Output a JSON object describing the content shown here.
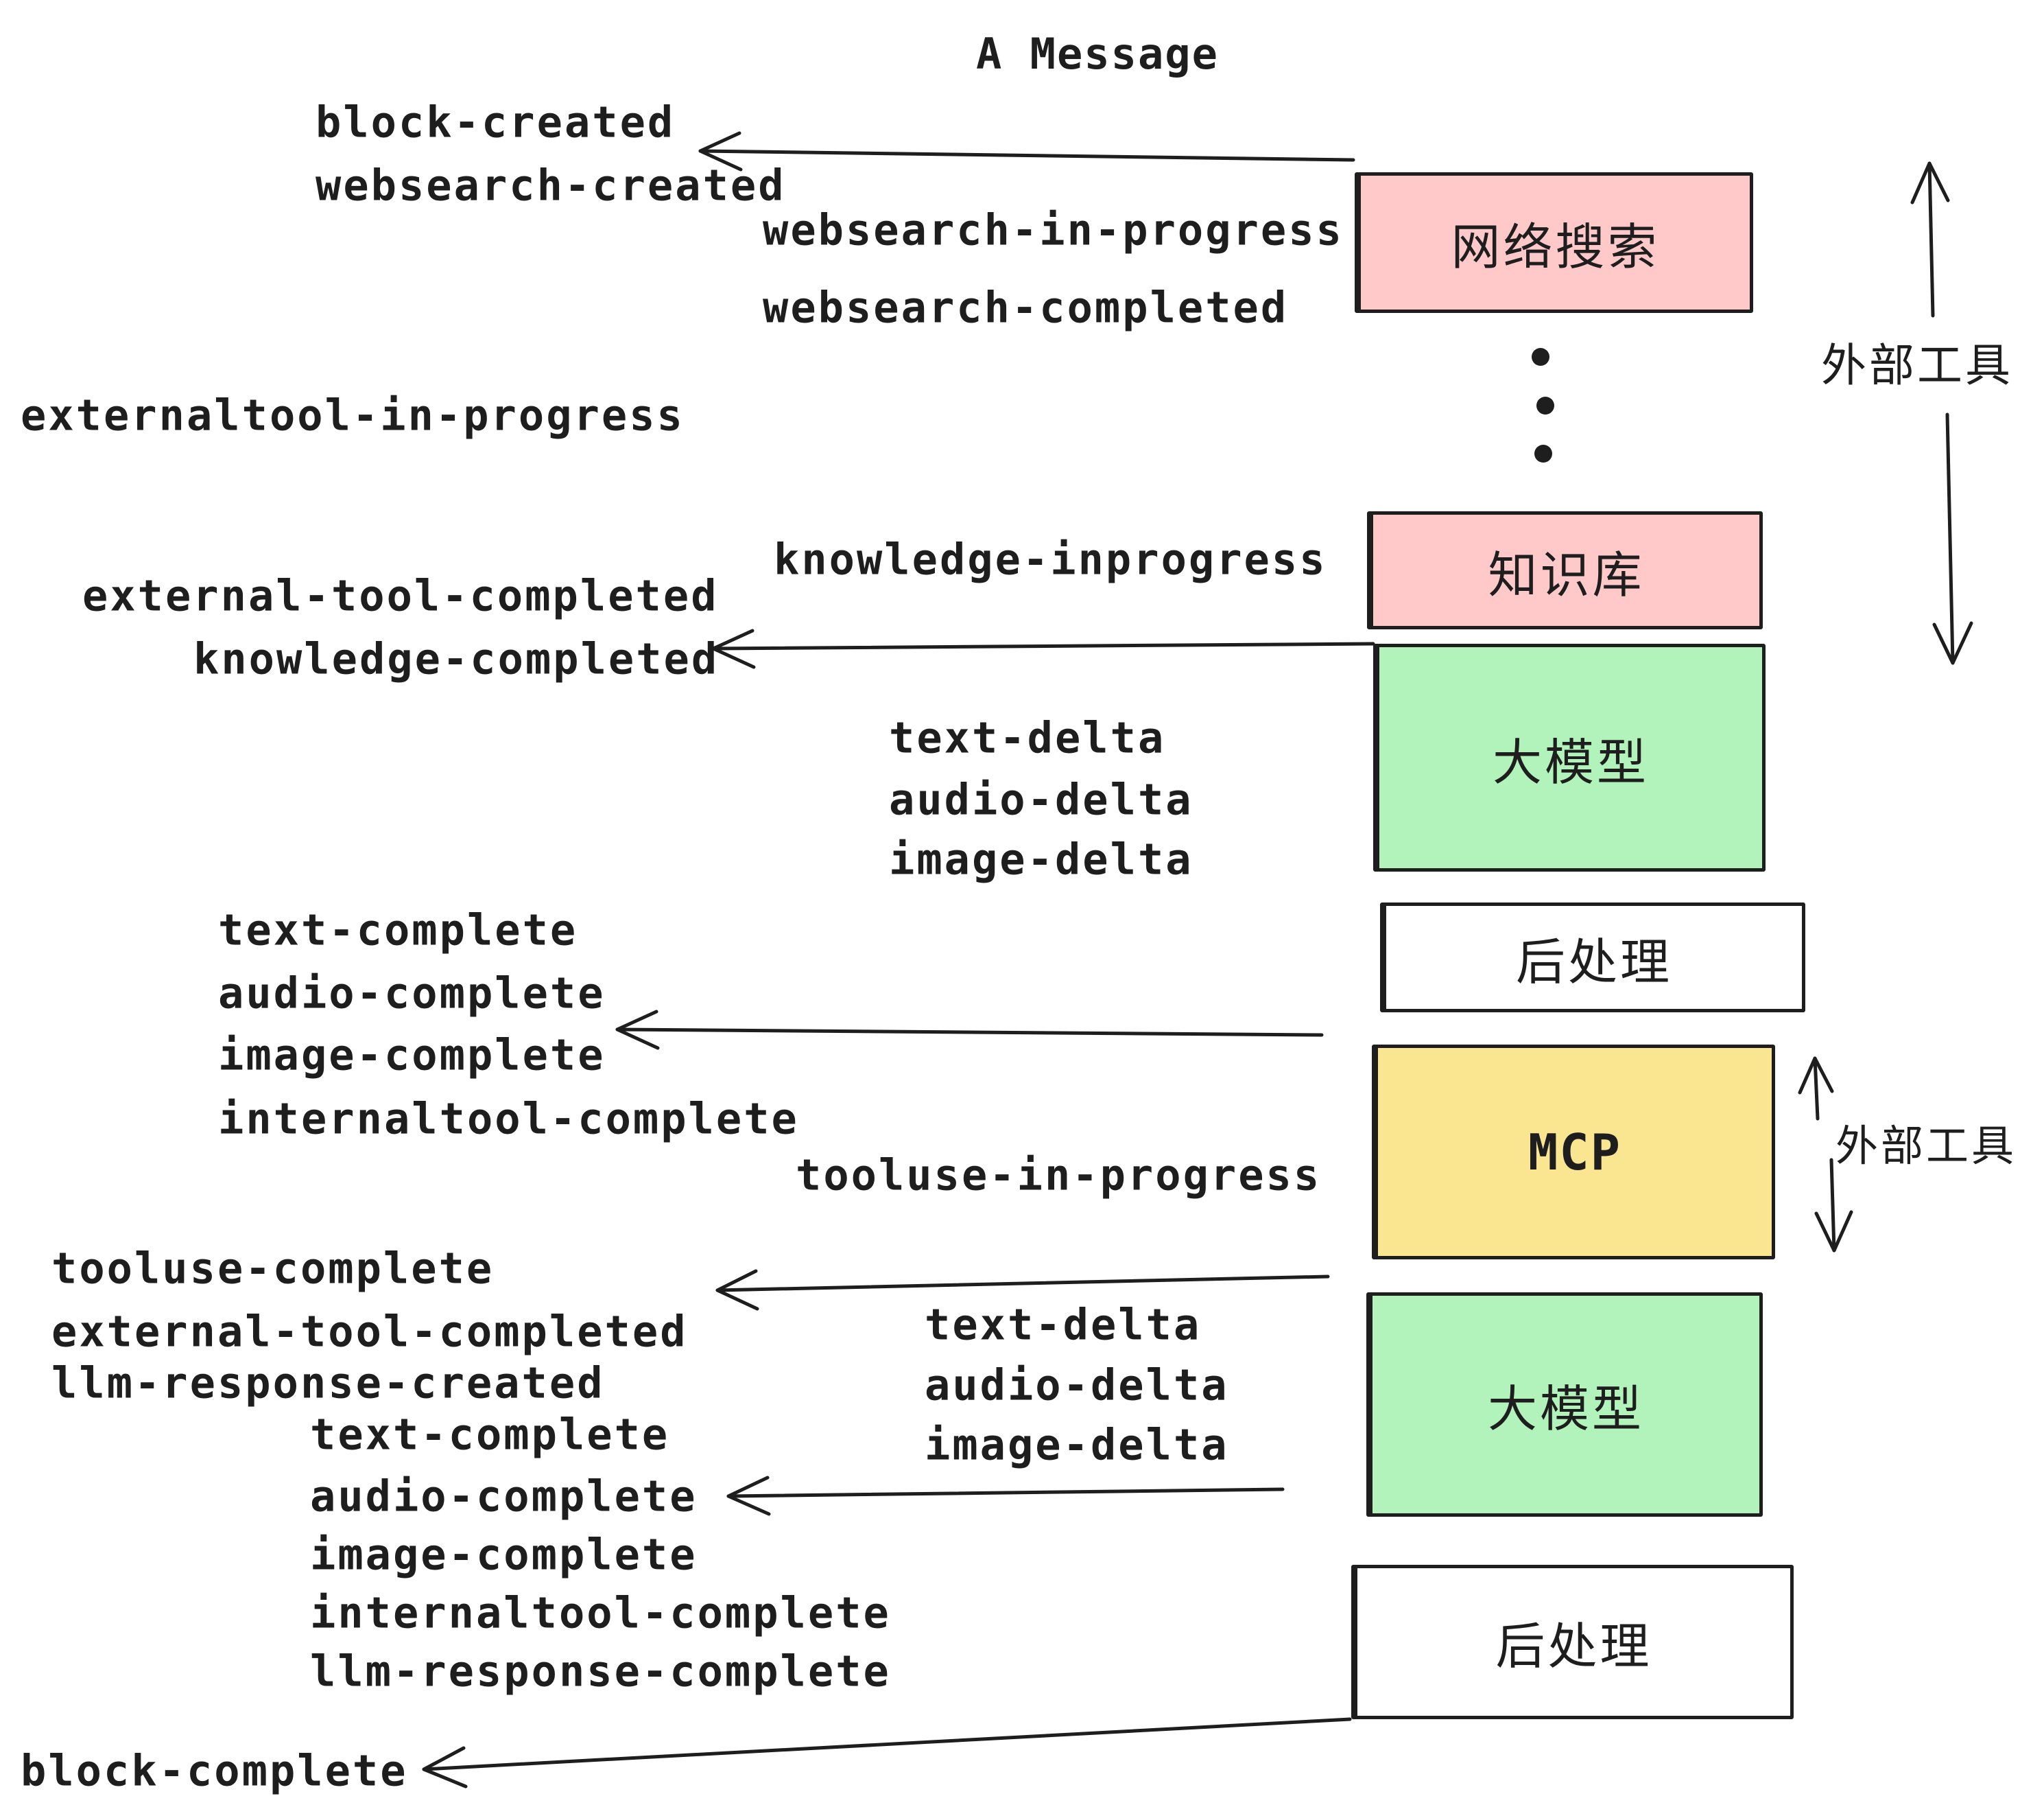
{
  "title": "A Message",
  "boxes": [
    {
      "label": "网络搜索"
    },
    {
      "label": "知识库"
    },
    {
      "label": "大模型"
    },
    {
      "label": "后处理"
    },
    {
      "label": "MCP"
    },
    {
      "label": "大模型"
    },
    {
      "label": "后处理"
    }
  ],
  "side_labels": [
    {
      "label": "外部工具"
    },
    {
      "label": "外部工具"
    }
  ],
  "events": [
    {
      "label": "block-created"
    },
    {
      "label": "websearch-created"
    },
    {
      "label": "websearch-in-progress"
    },
    {
      "label": "websearch-completed"
    },
    {
      "label": "externaltool-in-progress"
    },
    {
      "label": "knowledge-inprogress"
    },
    {
      "label": "external-tool-completed"
    },
    {
      "label": "knowledge-completed"
    },
    {
      "label": "text-delta"
    },
    {
      "label": "audio-delta"
    },
    {
      "label": "image-delta"
    },
    {
      "label": "text-complete"
    },
    {
      "label": "audio-complete"
    },
    {
      "label": "image-complete"
    },
    {
      "label": "internaltool-complete"
    },
    {
      "label": "tooluse-in-progress"
    },
    {
      "label": "tooluse-complete"
    },
    {
      "label": "external-tool-completed"
    },
    {
      "label": "llm-response-created"
    },
    {
      "label": "text-complete"
    },
    {
      "label": "audio-complete"
    },
    {
      "label": "image-complete"
    },
    {
      "label": "internaltool-complete"
    },
    {
      "label": "llm-response-complete"
    },
    {
      "label": "block-complete"
    }
  ],
  "colors": {
    "stroke": "#1e1e1e",
    "box_pink": "#ffc9c9",
    "box_green": "#b2f2bb",
    "box_yellow": "#fae690",
    "box_white": "#ffffff",
    "background": "#ffffff"
  }
}
